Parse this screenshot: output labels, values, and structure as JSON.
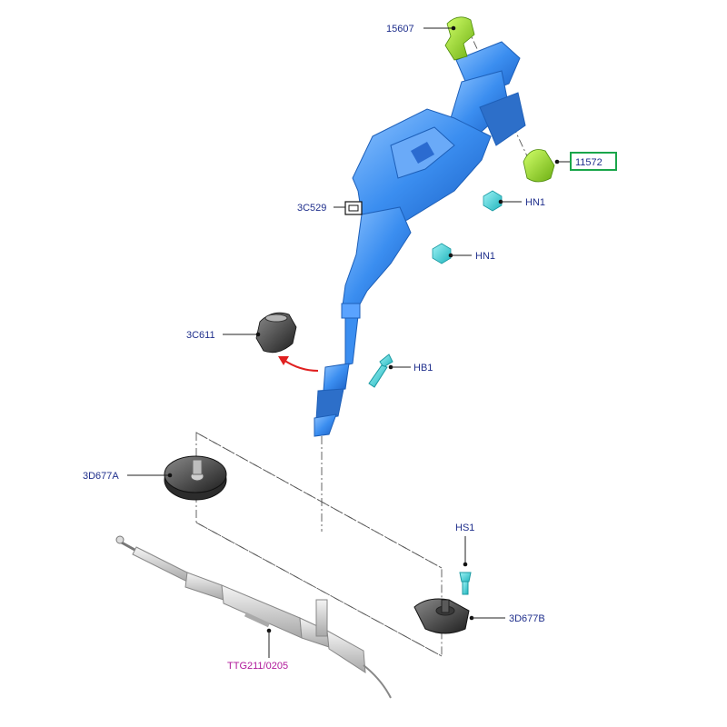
{
  "callouts": {
    "p15607": "15607",
    "p11572": "11572",
    "hn1_upper": "HN1",
    "hn1_lower": "HN1",
    "p3c529": "3C529",
    "p3c611": "3C611",
    "hb1": "HB1",
    "p3d677a": "3D677A",
    "hs1": "HS1",
    "p3d677b": "3D677B",
    "ttg": "TTG211/0205"
  },
  "colors": {
    "column_blue": "#3b8ef0",
    "clip_green": "#8fd42a",
    "fastener_cyan": "#3ad3d8",
    "label_blue": "#1f2f8c",
    "label_magenta": "#b0189a",
    "arrow_red": "#e02020",
    "highlight_box": "#1aa64a"
  },
  "icons": {
    "clip_15607": "green-clip-icon",
    "bush_11572": "green-bush-icon",
    "nut_hn1": "nut-icon",
    "connector_3c529": "connector-icon",
    "boot_3c611": "rubber-boot-icon",
    "bolt_hb1": "bolt-icon",
    "screw_hs1": "screw-icon",
    "mount_3d677": "mounting-plate-icon",
    "rack": "steering-rack-icon"
  }
}
